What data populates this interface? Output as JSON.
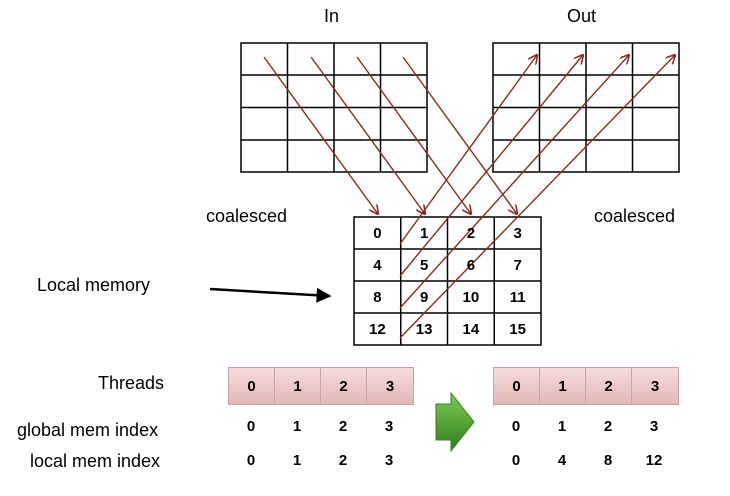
{
  "labels": {
    "in": "In",
    "out": "Out",
    "coalesced_left": "coalesced",
    "coalesced_right": "coalesced",
    "local_memory": "Local memory",
    "threads": "Threads",
    "global_mem_index": "global mem index",
    "local_mem_index": "local mem index"
  },
  "local_memory_cells": [
    "0",
    "1",
    "2",
    "3",
    "4",
    "5",
    "6",
    "7",
    "8",
    "9",
    "10",
    "11",
    "12",
    "13",
    "14",
    "15"
  ],
  "threads_left": [
    "0",
    "1",
    "2",
    "3"
  ],
  "threads_right": [
    "0",
    "1",
    "2",
    "3"
  ],
  "global_index_left": [
    "0",
    "1",
    "2",
    "3"
  ],
  "global_index_right": [
    "0",
    "1",
    "2",
    "3"
  ],
  "local_index_left": [
    "0",
    "1",
    "2",
    "3"
  ],
  "local_index_right": [
    "0",
    "4",
    "8",
    "12"
  ],
  "colors": {
    "arrow": "#8b2a1c",
    "thread_fill": "#ecc7c7",
    "step_arrow": "#4a9a2a"
  }
}
